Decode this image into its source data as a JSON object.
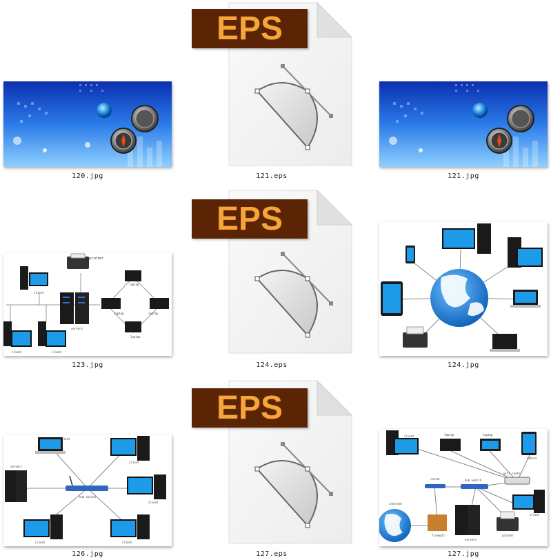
{
  "files": [
    {
      "caption": "120.jpg",
      "type": "jpg",
      "preview": "blue-tech-globe-compass"
    },
    {
      "caption": "121.eps",
      "type": "eps",
      "badge": "EPS"
    },
    {
      "caption": "121.jpg",
      "type": "jpg",
      "preview": "blue-tech-globe-compass"
    },
    {
      "caption": "123.jpg",
      "type": "jpg",
      "preview": "network-diagram-servers-laptops",
      "labels": {
        "printer": "printer",
        "client": "client",
        "servers": "servers",
        "laptop": "laptop"
      }
    },
    {
      "caption": "124.eps",
      "type": "eps",
      "badge": "EPS"
    },
    {
      "caption": "124.jpg",
      "type": "jpg",
      "preview": "network-diagram-globe-devices"
    },
    {
      "caption": "126.jpg",
      "type": "jpg",
      "preview": "network-diagram-hub-switch",
      "labels": {
        "client": "client",
        "servers": "servers",
        "hub": "hub switch"
      }
    },
    {
      "caption": "127.eps",
      "type": "eps",
      "badge": "EPS"
    },
    {
      "caption": "127.jpg",
      "type": "jpg",
      "preview": "network-diagram-router-firewall",
      "labels": {
        "client": "client",
        "laptop": "laptop",
        "tablet": "tablet",
        "wifi": "wifi router",
        "router": "router",
        "hub": "hub switch",
        "internet": "internet",
        "firewall": "firewall",
        "servers": "servers",
        "printer": "printer"
      }
    }
  ],
  "colors": {
    "eps_badge_bg": "#5a2405",
    "eps_badge_text": "#f7a539",
    "tech_blue": "#1a5fd6",
    "monitor_blue": "#1e9be8"
  }
}
